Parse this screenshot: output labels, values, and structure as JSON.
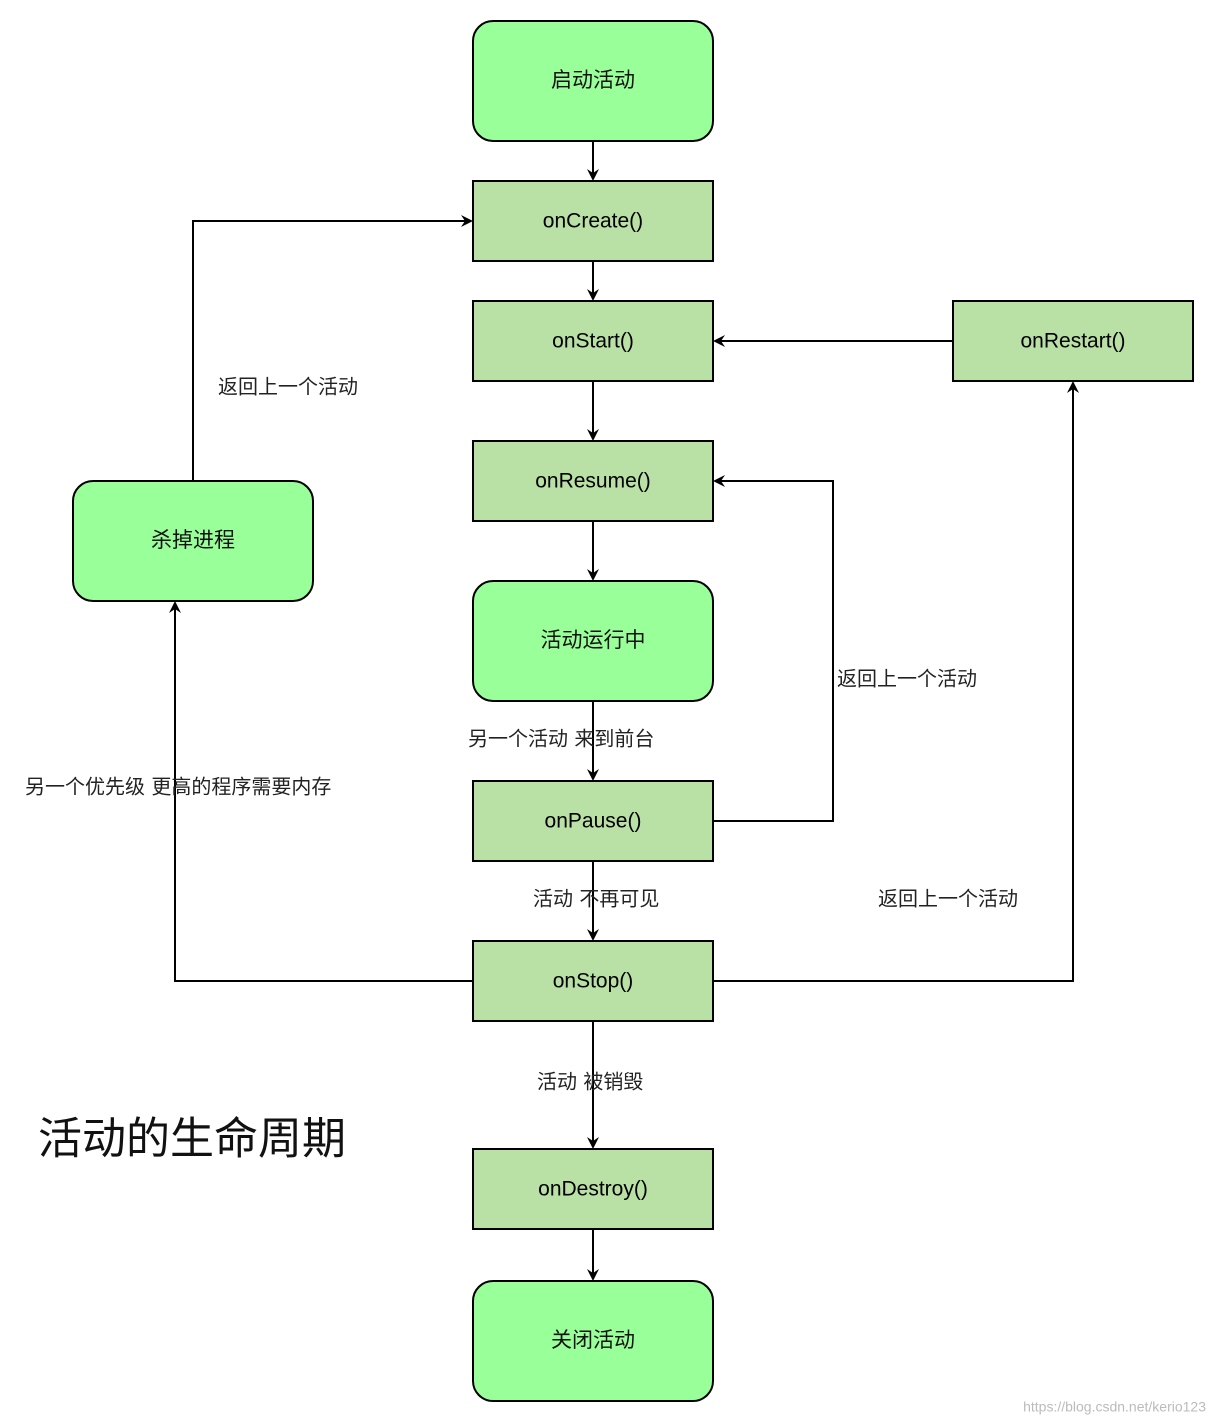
{
  "title": "活动的生命周期",
  "watermark": "https://blog.csdn.net/kerio123",
  "colors": {
    "terminal_fill": "#99ff99",
    "callback_fill": "#b9e0a5",
    "stroke": "#000000"
  },
  "nodes": {
    "start_activity": "启动活动",
    "on_create": "onCreate()",
    "on_start": "onStart()",
    "on_restart": "onRestart()",
    "on_resume": "onResume()",
    "kill_process": "杀掉进程",
    "activity_running": "活动运行中",
    "on_pause": "onPause()",
    "on_stop": "onStop()",
    "on_destroy": "onDestroy()",
    "close_activity": "关闭活动"
  },
  "edge_labels": {
    "back_to_previous_kill": "返回上一个活动",
    "back_to_previous_pause": "返回上一个活动",
    "back_to_previous_stop": "返回上一个活动",
    "another_to_front": "另一个活动  来到前台",
    "higher_priority_needs_memory": "另一个优先级 更高的程序需要内存",
    "no_longer_visible": "活动  不再可见",
    "destroyed": "活动  被销毁"
  }
}
